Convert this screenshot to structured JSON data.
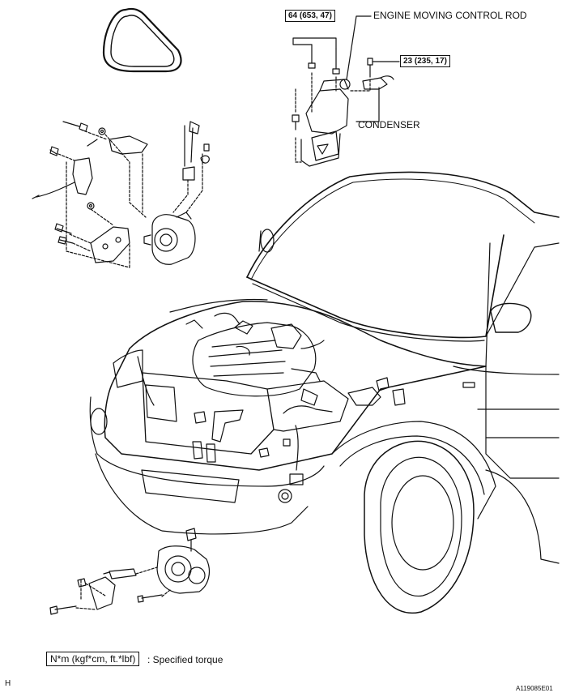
{
  "callouts": {
    "engine_moving_control_rod": "ENGINE MOVING CONTROL ROD",
    "condenser": "CONDENSER"
  },
  "torque_specs": {
    "rod_bolts": "64 (653, 47)",
    "condenser_bolt": "23 (235, 17)"
  },
  "legend": {
    "unit_box": "N*m (kgf*cm, ft.*lbf)",
    "description": ": Specified torque"
  },
  "footer": {
    "left_code": "H",
    "figure_id": "A119085E01"
  }
}
